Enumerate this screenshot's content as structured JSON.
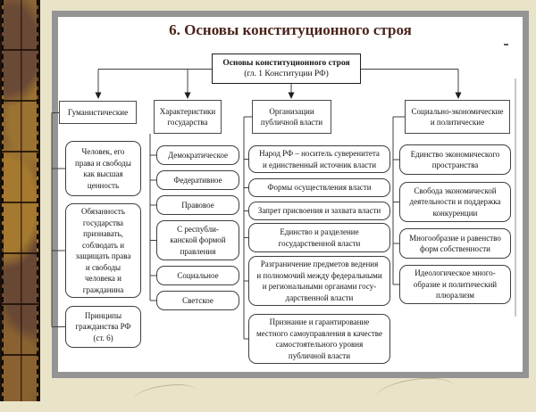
{
  "slide": {
    "title": "6. Основы конституционного строя",
    "root_box": {
      "title": "Основы конституционного строя",
      "subtitle": "(гл. 1 Конституции РФ)"
    },
    "columns": [
      {
        "header": "Гуманистические",
        "items": [
          "Человек, его\nправа и свободы\nкак высшая\nценность",
          "Обязанность\nгосударства\nпризнавать,\nсоблюдать и\nзащищать права\nи свободы\nчеловека и\nгражданина",
          "Принципы\nгражданства РФ\n(ст. 6)"
        ]
      },
      {
        "header": "Характеристики\nгосударства",
        "items": [
          "Демократическое",
          "Федеративное",
          "Правовое",
          "С республи-\nканской формой\nправления",
          "Социальное",
          "Светское"
        ]
      },
      {
        "header": "Организации\nпубличной власти",
        "items": [
          "Народ РФ – носитель суверенитета\nи единственный источник власти",
          "Формы осуществления власти",
          "Запрет присвоения и захвата власти",
          "Единство и разделение\nгосударственной власти",
          "Разграничение предметов ведения\nи полномочий между федеральными\nи региональными органами госу-\nдарственной власти",
          "Признание и гарантирование\nместного самоуправления в качестве\nсамостоятельного уровня\nпубличной власти"
        ]
      },
      {
        "header": "Социально-экономические\nи политические",
        "items": [
          "Единство экономического\nпространства",
          "Свобода экономической\nдеятельности и поддержка\nконкуренции",
          "Многообразие и равенство\nформ собственности",
          "Идеологическое много-\nобразие и политический\nплюрализм"
        ]
      }
    ]
  },
  "colors": {
    "page_background": "#e9e4c8",
    "slide_border": "#949494",
    "title_text": "#4a241b",
    "box_border": "#3f3f3f",
    "connector_line": "#3f3f3f",
    "strip_gold": "#9a7231",
    "strip_brown": "#6a4936"
  }
}
